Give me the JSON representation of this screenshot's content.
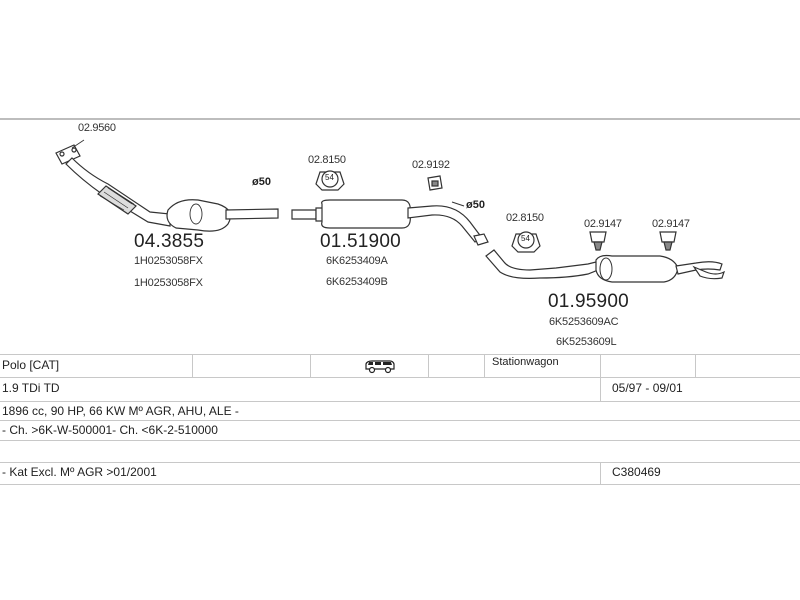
{
  "parts": {
    "gasket_front": "02.9560",
    "downpipe_cat": {
      "number": "04.3855",
      "oem1": "1H0253058FX",
      "oem2": "1H0253058FX"
    },
    "diam_front": "ø50",
    "bracket_mid": "02.8150",
    "bracket_mid_tag": "54",
    "hanger_mid": "02.9192",
    "middle_silencer": {
      "number": "01.51900",
      "oem1": "6K6253409A",
      "oem2": "6K6253409B"
    },
    "diam_rear": "ø50",
    "bracket_rear": "02.8150",
    "bracket_rear_tag": "54",
    "hanger_rear1": "02.9147",
    "hanger_rear2": "02.9147",
    "rear_silencer": {
      "number": "01.95900",
      "oem1": "6K5253609AC",
      "oem2": "6K5253609L"
    }
  },
  "table": {
    "model": "Polo  [CAT]",
    "body": "Stationwagon",
    "engine": "1.9 TDi TD",
    "years": "05/97 - 09/01",
    "spec": "1896 cc, 90 HP, 66 KW Mº AGR, AHU, ALE -",
    "chassis": "- Ch. >6K-W-500001- Ch. <6K-2-510000",
    "note": "- Kat Excl. Mº AGR >01/2001",
    "code": "C380469"
  },
  "colors": {
    "line": "#c8c8c8",
    "part": "#333333"
  }
}
